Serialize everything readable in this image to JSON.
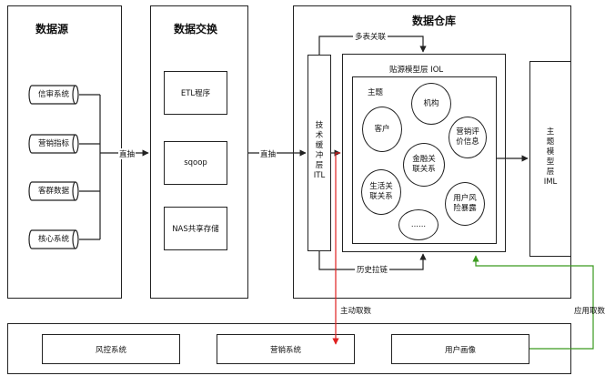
{
  "data_source": {
    "title": "数据源",
    "systems": [
      "信审系统",
      "营销指标",
      "客群数据",
      "核心系统"
    ]
  },
  "exchange": {
    "title": "数据交换",
    "items": [
      "ETL程序",
      "sqoop",
      "NAS共享存储"
    ]
  },
  "warehouse": {
    "title": "数据仓库",
    "itl_label": "技\n术\n缓\n冲\n层\nITL",
    "iol": {
      "title": "贴源模型层 IOL",
      "subject_label": "主题",
      "subjects": [
        "客户",
        "机构",
        "营销评\n价信息",
        "金融关\n联关系",
        "生活关\n联关系",
        "用户风\n险暴露",
        "......"
      ]
    },
    "iml_label": "主\n题\n模\n型\n层\nIML"
  },
  "edges": {
    "direct_1": "直抽",
    "direct_2": "直抽",
    "multi_table": "多表关联",
    "history_chain": "历史拉链",
    "active_fetch": "主动取数",
    "app_fetch": "应用取数"
  },
  "applications": [
    "风控系统",
    "营销系统",
    "用户画像"
  ],
  "colors": {
    "active_fetch": "#e02020",
    "app_fetch": "#3a9a1e",
    "line": "#222222"
  }
}
